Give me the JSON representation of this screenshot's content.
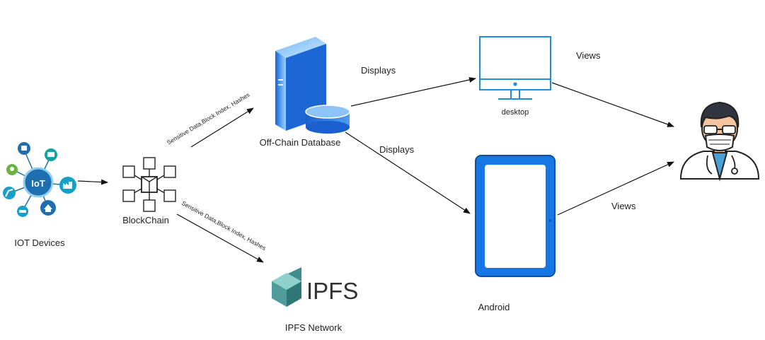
{
  "nodes": {
    "iot": {
      "label": "IOT Devices",
      "hub_text": "IoT"
    },
    "blockchain": {
      "label": "BlockChain"
    },
    "offchain": {
      "label": "Off-Chain Database"
    },
    "ipfs": {
      "label": "IPFS Network",
      "logo_text": "IPFS"
    },
    "desktop": {
      "label": "desktop"
    },
    "android": {
      "label": "Android"
    },
    "doctor": {
      "label": ""
    }
  },
  "edges": {
    "bc_to_db": "Sensitive Data,Block Index, Hashes",
    "bc_to_ipfs": "Sensitive Data,Block Index, Hashes",
    "db_to_desktop": "Displays",
    "db_to_android": "Displays",
    "desktop_to_doctor": "Views",
    "android_to_doctor": "Views"
  },
  "colors": {
    "iot_hub": "#1f6fb0",
    "iot_satellite": "#16a0c8",
    "monitor_stroke": "#1e8fe0",
    "tablet_blue": "#1677e5",
    "server_blue": "#2f84e8",
    "ipfs_cube": "#5fa8a8",
    "doctor_skin": "#f2c4a0"
  }
}
